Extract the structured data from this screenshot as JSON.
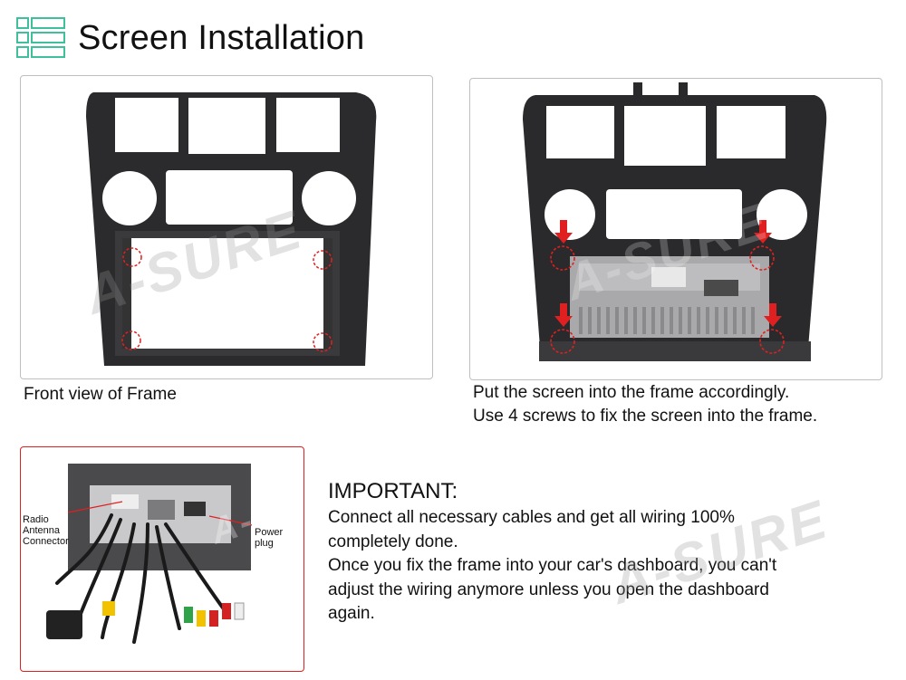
{
  "header": {
    "title": "Screen Installation"
  },
  "panels": {
    "front": {
      "caption": "Front view of Frame"
    },
    "back": {
      "caption_lines": [
        "Put the screen into the frame accordingly.",
        "Use 4 screws to fix the screen into the frame."
      ]
    },
    "wiring": {
      "labels": {
        "radio": [
          "Radio",
          "Antenna",
          "Connector"
        ],
        "power": [
          "Power",
          "plug"
        ]
      }
    }
  },
  "important": {
    "title": "IMPORTANT:",
    "lines": [
      "Connect all necessary cables and get all wiring 100%",
      "completely done.",
      "Once you fix the frame into your car's dashboard, you can't",
      "adjust the wiring anymore unless you open the dashboard",
      "again."
    ]
  },
  "watermark": "A-SURE",
  "colors": {
    "accent_green": "#3fbf9b",
    "marker_red": "#e02020",
    "frame_dark": "#2a2a2c"
  }
}
